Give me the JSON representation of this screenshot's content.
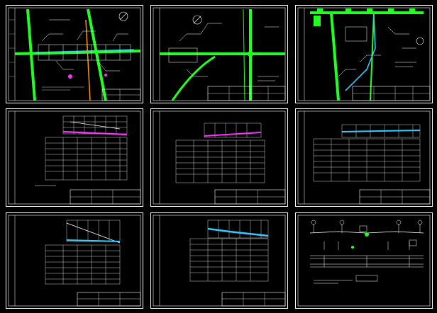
{
  "viewer": {
    "background": "#000000",
    "sheet_count": 9
  },
  "colors": {
    "frame": "#ffffff",
    "road": "#22ff22",
    "pipe_cyan": "#33ccff",
    "pipe_magenta": "#ff33ff",
    "pipe_orange": "#ff9900",
    "grid": "#ffffff"
  },
  "sheets": [
    {
      "id": "plan-1",
      "kind": "plan"
    },
    {
      "id": "plan-2",
      "kind": "plan"
    },
    {
      "id": "plan-3",
      "kind": "plan"
    },
    {
      "id": "profile-1",
      "kind": "profile",
      "pipe": "magenta"
    },
    {
      "id": "profile-2",
      "kind": "profile",
      "pipe": "magenta"
    },
    {
      "id": "profile-3",
      "kind": "profile",
      "pipe": "cyan"
    },
    {
      "id": "profile-4",
      "kind": "profile",
      "pipe": "cyan"
    },
    {
      "id": "profile-5",
      "kind": "profile",
      "pipe": "cyan"
    },
    {
      "id": "section-1",
      "kind": "cross-section"
    }
  ]
}
